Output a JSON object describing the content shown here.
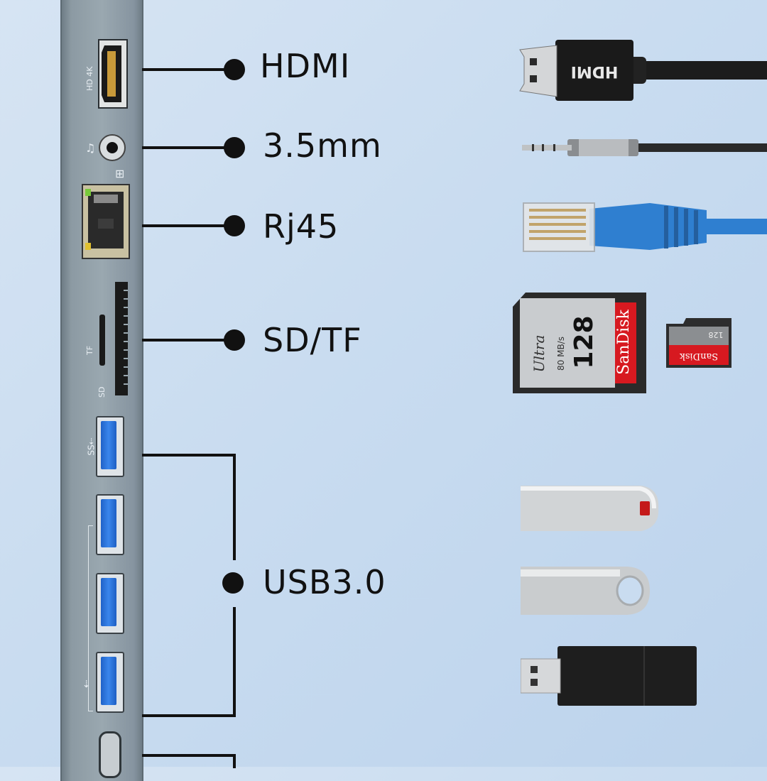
{
  "ports": [
    {
      "id": "hdmi",
      "label": "HDMI"
    },
    {
      "id": "audio",
      "label": "3.5mm"
    },
    {
      "id": "rj45",
      "label": "Rj45"
    },
    {
      "id": "sdtf",
      "label": "SD/TF"
    },
    {
      "id": "usb",
      "label": "USB3.0"
    }
  ],
  "hub_markings": {
    "hdmi": "HD 4K",
    "tf": "TF",
    "sd": "SD"
  },
  "devices": {
    "hdmi_plug_text": "HDMI",
    "sd_card_brand": "SanDisk",
    "sd_card_line": "Ultra",
    "sd_card_capacity": "128",
    "sd_card_speed": "80 MB/s",
    "micro_card_brand": "SanDisk",
    "micro_card_capacity": "128"
  },
  "colors": {
    "ethernet_cable": "#2f7fd0",
    "usb_port": "#3a86ec",
    "sd_red": "#d71920"
  }
}
